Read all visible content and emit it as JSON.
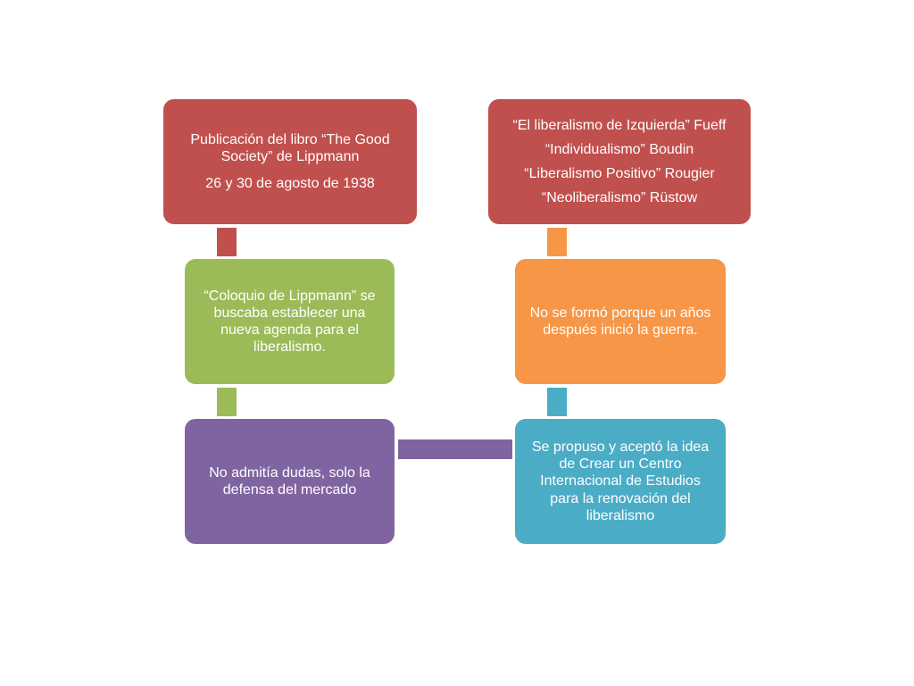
{
  "colors": {
    "red": "#c0504d",
    "green": "#9bbb59",
    "purple": "#8064a2",
    "orange": "#f79646",
    "teal": "#4bacc6"
  },
  "diagram": {
    "box1": {
      "line1": "Publicación del libro “The Good Society” de Lippmann",
      "line2": "26 y 30 de agosto de 1938"
    },
    "box2": {
      "text": "“Coloquio de Lippmann” se buscaba establecer una nueva agenda para el liberalismo."
    },
    "box3": {
      "text": "No admitía dudas, solo la defensa del mercado"
    },
    "box4": {
      "text": "Se propuso y aceptó la idea de Crear un Centro Internacional de Estudios para la renovación del liberalismo"
    },
    "box5": {
      "text": "No se formó porque un años después inició la guerra."
    },
    "box6": {
      "lines": [
        "“El liberalismo de Izquierda” Fueff",
        "“Individualismo” Boudin",
        "“Liberalismo Positivo” Rougier",
        "“Neoliberalismo” Rüstow"
      ]
    }
  }
}
